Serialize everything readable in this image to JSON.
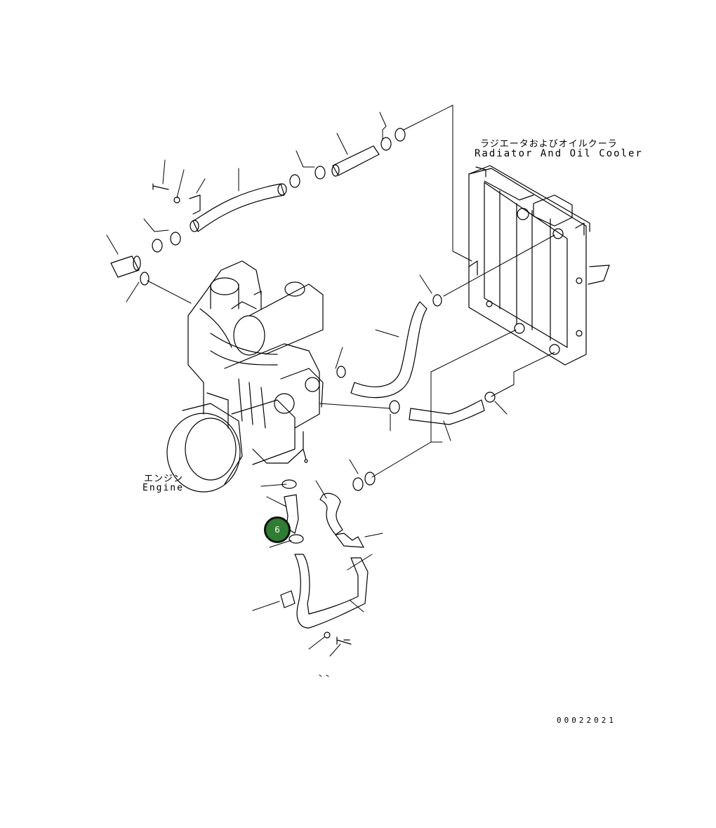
{
  "labels": {
    "radiator_jp": "ラジエータおよびオイルクーラ",
    "radiator_en": "Radiator And Oil Cooler",
    "engine_jp": "エンジン",
    "engine_en": "Engine",
    "drawing_id": "00022021"
  },
  "callout": {
    "number": "6",
    "color": "#2e7d32"
  }
}
